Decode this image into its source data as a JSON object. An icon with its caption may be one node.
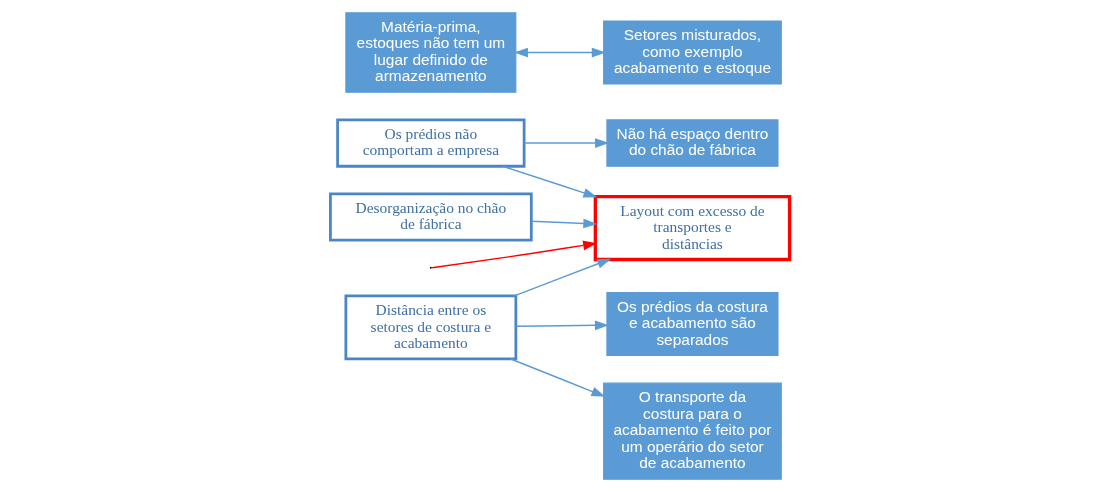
{
  "diagram": {
    "nodes": [
      {
        "text": [
          "Os prédios não comportam a empresa"
        ]
      },
      {
        "text": [
          "Não há espaço dentro do chão de fábrica"
        ]
      },
      {
        "text": [
          "Distância entre os setores de costura e acabamento"
        ]
      },
      {
        "text": [
          "Os prédios da costura e acabamento são separados"
        ]
      },
      {
        "text": [
          "O transporte da costura para o acabamento é feito por um operário do setor de acabamento"
        ]
      },
      {
        "text": [
          "Layout com excesso de transportes e distâncias"
        ]
      },
      {
        "text": [
          "Matéria-prima, estoques não tem um lugar definido de armazenamento"
        ]
      },
      {
        "text": [
          "Setores misturados, como exemplo acabamento e estoque"
        ]
      },
      {
        "text": [
          "Desorganização no chão de fábrica"
        ]
      }
    ],
    "edges": [
      {
        "from": null,
        "to": 5,
        "arrow": "to",
        "color": "#ff0000"
      },
      {
        "from": 0,
        "to": 5,
        "arrow": "to"
      },
      {
        "from": 0,
        "to": 1,
        "arrow": "to"
      },
      {
        "from": 2,
        "to": 5,
        "arrow": "to"
      },
      {
        "from": 2,
        "to": 3,
        "arrow": "to"
      },
      {
        "from": 2,
        "to": 4,
        "arrow": "to"
      },
      {
        "from": 8,
        "to": 5,
        "arrow": "to"
      },
      {
        "from": 6,
        "to": 7,
        "arrow": "both"
      }
    ]
  }
}
